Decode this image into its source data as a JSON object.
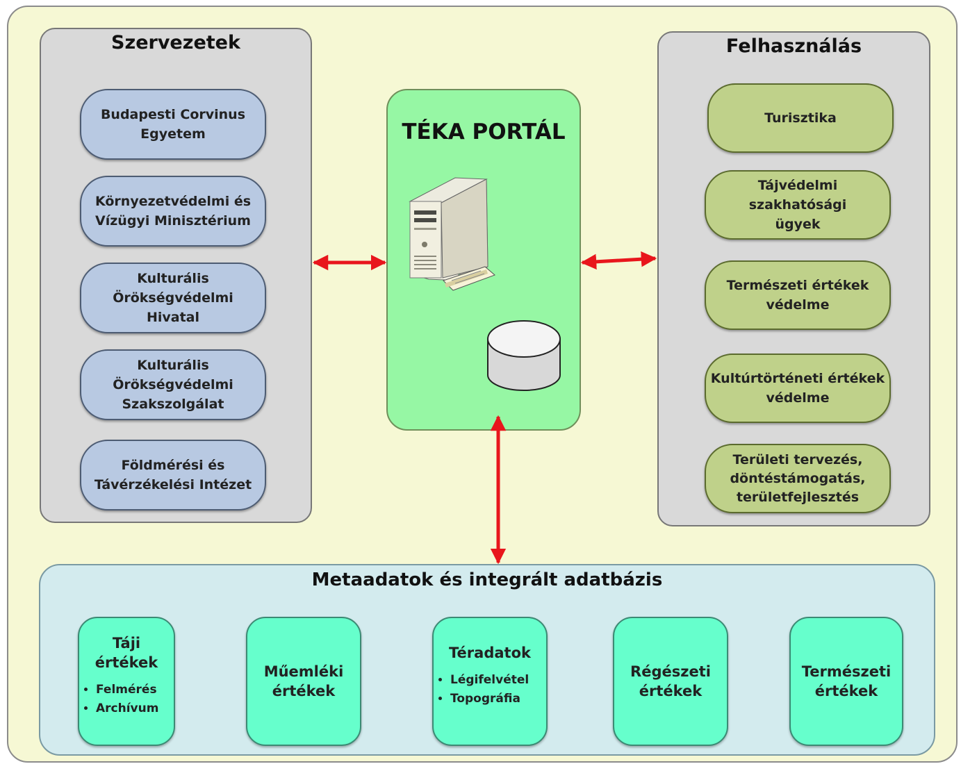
{
  "organizations": {
    "title": "Szervezetek",
    "items": [
      {
        "lines": [
          "Budapesti Corvinus",
          "Egyetem"
        ]
      },
      {
        "lines": [
          "Környezetvédelmi és",
          "Vízügyi Minisztérium"
        ]
      },
      {
        "lines": [
          "Kulturális Örökségvédelmi",
          "Hivatal"
        ]
      },
      {
        "lines": [
          "Kulturális Örökségvédelmi",
          "Szakszolgálat"
        ]
      },
      {
        "lines": [
          "Földmérési és",
          "Távérzékelési Intézet"
        ]
      }
    ]
  },
  "portal": {
    "title": "TÉKA PORTÁL",
    "icons": [
      "server-icon",
      "database-icon"
    ]
  },
  "usage": {
    "title": "Felhasználás",
    "items": [
      {
        "lines": [
          "Turisztika"
        ]
      },
      {
        "lines": [
          "Tájvédelmi szakhatósági",
          "ügyek"
        ]
      },
      {
        "lines": [
          "Természeti értékek",
          "védelme"
        ]
      },
      {
        "lines": [
          "Kultúrtörténeti értékek",
          "védelme"
        ]
      },
      {
        "lines": [
          "Területi tervezés,",
          "döntéstámogatás,",
          "területfejlesztés"
        ]
      }
    ]
  },
  "database": {
    "title": "Metaadatok és integrált adatbázis",
    "categories": [
      {
        "lines": [
          "Táji",
          "értékek"
        ],
        "bullets": [
          "Felmérés",
          "Archívum"
        ]
      },
      {
        "lines": [
          "Műemléki",
          "értékek"
        ],
        "bullets": []
      },
      {
        "lines": [
          "Téradatok"
        ],
        "bullets": [
          "Légifelvétel",
          "Topográfia"
        ]
      },
      {
        "lines": [
          "Régészeti",
          "értékek"
        ],
        "bullets": []
      },
      {
        "lines": [
          "Természeti",
          "értékek"
        ],
        "bullets": []
      }
    ]
  },
  "colors": {
    "background": "#f6f8d4",
    "panel": "#d9d9d9",
    "organization_pill": "#b8c9e2",
    "usage_pill": "#bfd18a",
    "portal": "#96f7a4",
    "database_panel": "#d3ebee",
    "category_box": "#66ffcc",
    "arrow": "#e8161c"
  }
}
